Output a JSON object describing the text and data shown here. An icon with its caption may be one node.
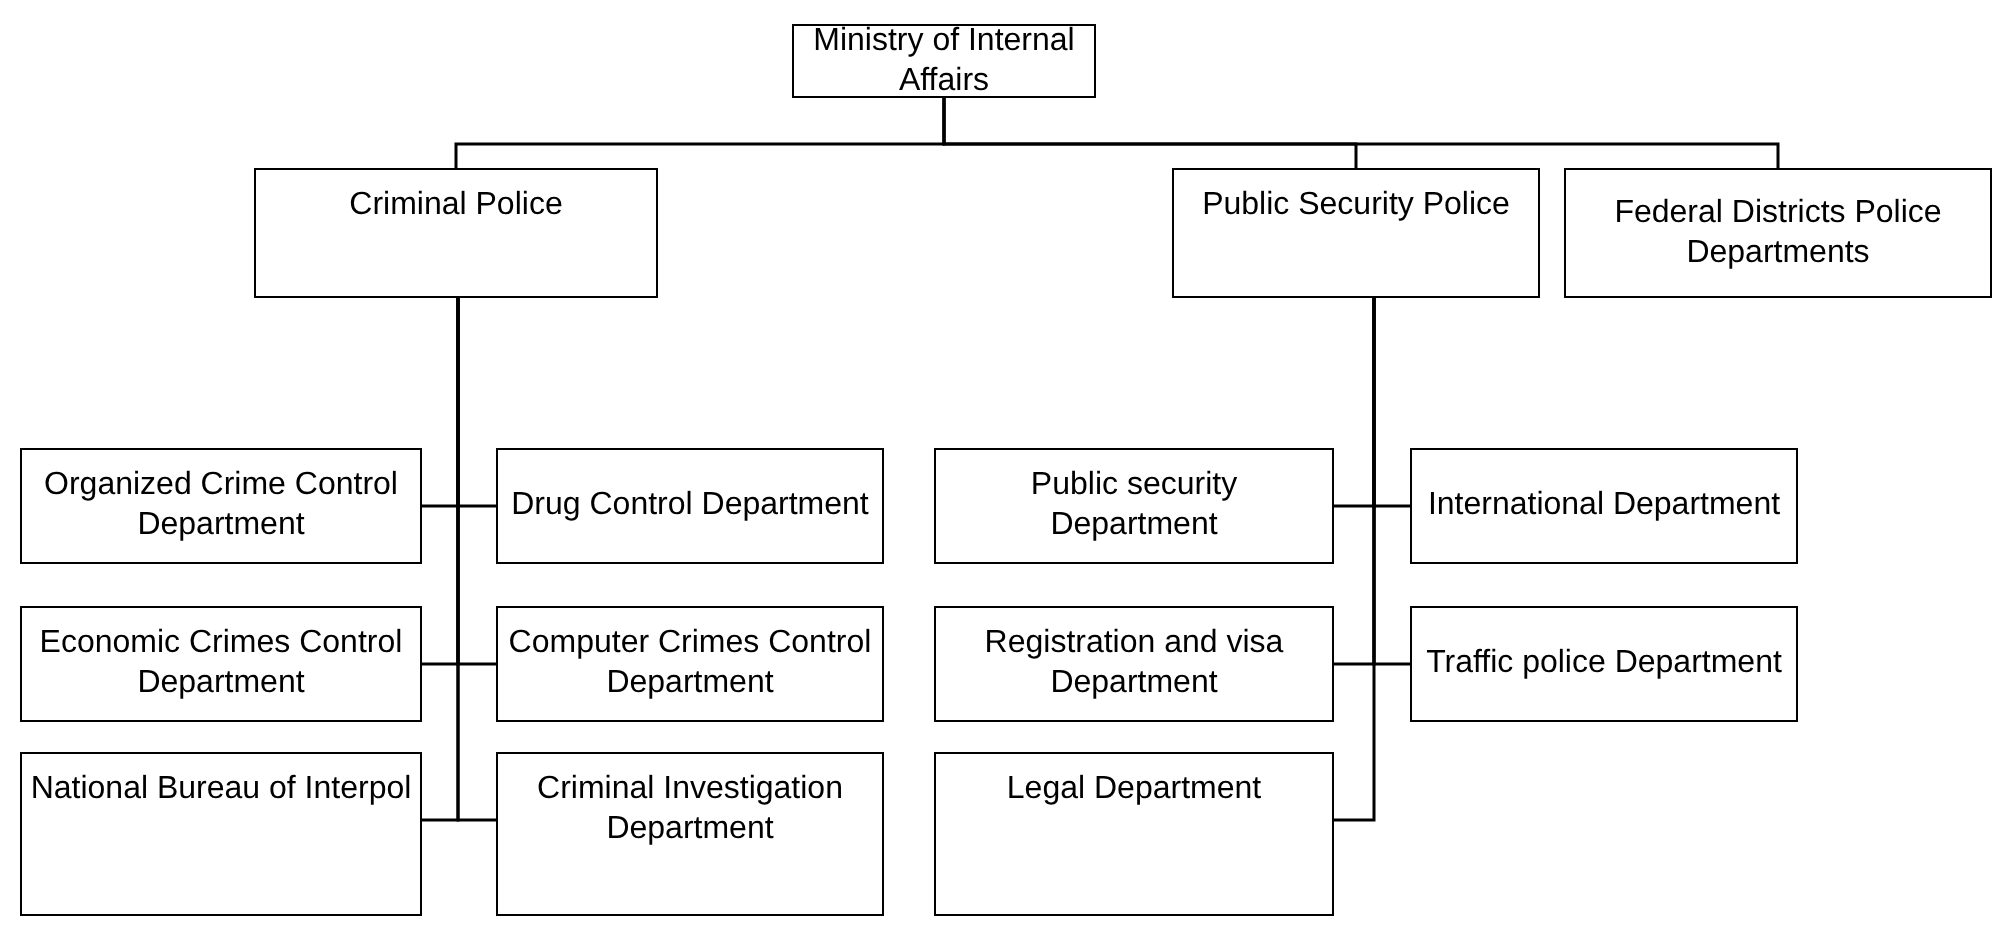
{
  "diagram": {
    "nodes": [
      {
        "text": [
          "Ministry of Internal Affairs"
        ]
      },
      {
        "text": [
          "Criminal Police"
        ]
      },
      {
        "text": [
          "Public Security Police"
        ]
      },
      {
        "text": [
          "Federal Districts Police Departments"
        ]
      },
      {
        "text": [
          "Organized Crime Control Department"
        ]
      },
      {
        "text": [
          "Drug Control Department"
        ]
      },
      {
        "text": [
          "Economic Crimes Control Department"
        ]
      },
      {
        "text": [
          "Computer Crimes Control Department"
        ]
      },
      {
        "text": [
          "National Bureau of Interpol"
        ]
      },
      {
        "text": [
          "Criminal Investigation Department"
        ]
      },
      {
        "text": [
          "Public security Department"
        ]
      },
      {
        "text": [
          "International Department"
        ]
      },
      {
        "text": [
          "Registration and visa Department"
        ]
      },
      {
        "text": [
          "Traffic police Department"
        ]
      },
      {
        "text": [
          "Legal Department"
        ]
      }
    ],
    "edges": [
      {
        "from": 0,
        "to": 1,
        "arrow": "none"
      },
      {
        "from": 0,
        "to": 2,
        "arrow": "none"
      },
      {
        "from": 0,
        "to": 3,
        "arrow": "none"
      },
      {
        "from": 1,
        "to": 4,
        "arrow": "none"
      },
      {
        "from": 1,
        "to": 5,
        "arrow": "none"
      },
      {
        "from": 1,
        "to": 6,
        "arrow": "none"
      },
      {
        "from": 1,
        "to": 7,
        "arrow": "none"
      },
      {
        "from": 1,
        "to": 8,
        "arrow": "none"
      },
      {
        "from": 1,
        "to": 9,
        "arrow": "none"
      },
      {
        "from": 2,
        "to": 10,
        "arrow": "none"
      },
      {
        "from": 2,
        "to": 11,
        "arrow": "none"
      },
      {
        "from": 2,
        "to": 12,
        "arrow": "none"
      },
      {
        "from": 2,
        "to": 13,
        "arrow": "none"
      },
      {
        "from": 2,
        "to": 14,
        "arrow": "none"
      }
    ]
  }
}
